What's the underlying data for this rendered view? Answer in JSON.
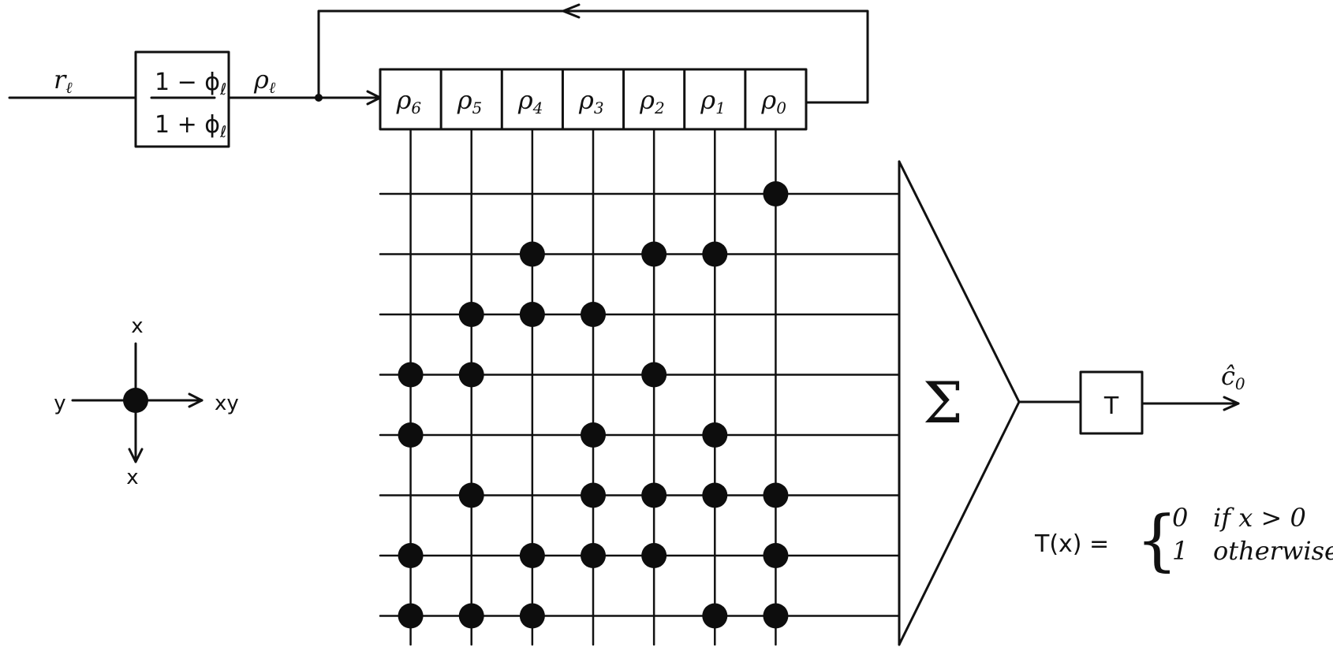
{
  "input_label": {
    "main": "r",
    "sub": "ℓ"
  },
  "filter": {
    "numerator": {
      "main": "1 − ϕ",
      "sub": "ℓ"
    },
    "denominator": {
      "main": "1 + ϕ",
      "sub": "ℓ"
    }
  },
  "filter_output_label": {
    "main": "ρ",
    "sub": "ℓ"
  },
  "register_cells": [
    {
      "main": "ρ",
      "sub": "6"
    },
    {
      "main": "ρ",
      "sub": "5"
    },
    {
      "main": "ρ",
      "sub": "4"
    },
    {
      "main": "ρ",
      "sub": "3"
    },
    {
      "main": "ρ",
      "sub": "2"
    },
    {
      "main": "ρ",
      "sub": "1"
    },
    {
      "main": "ρ",
      "sub": "0"
    }
  ],
  "connection_matrix": [
    [
      0,
      0,
      0,
      0,
      0,
      0,
      1
    ],
    [
      0,
      0,
      1,
      0,
      1,
      1,
      0
    ],
    [
      0,
      1,
      1,
      1,
      0,
      0,
      0
    ],
    [
      1,
      1,
      0,
      0,
      1,
      0,
      0
    ],
    [
      1,
      0,
      0,
      1,
      0,
      1,
      0
    ],
    [
      0,
      1,
      0,
      1,
      1,
      1,
      1
    ],
    [
      1,
      0,
      1,
      1,
      1,
      0,
      1
    ],
    [
      1,
      1,
      1,
      0,
      0,
      1,
      1
    ]
  ],
  "summer_symbol": "Σ",
  "threshold_label": "T",
  "output_label": {
    "main": "ĉ",
    "sub": "0"
  },
  "legend": {
    "input_left": "y",
    "input_top": "x",
    "output_right": "xy",
    "output_bottom": "x"
  },
  "threshold_definition": {
    "lhs": "T(x) =",
    "brace": "{",
    "case1_value": "0",
    "case1_cond": "if  x > 0",
    "case2_value": "1",
    "case2_cond": "otherwise"
  }
}
